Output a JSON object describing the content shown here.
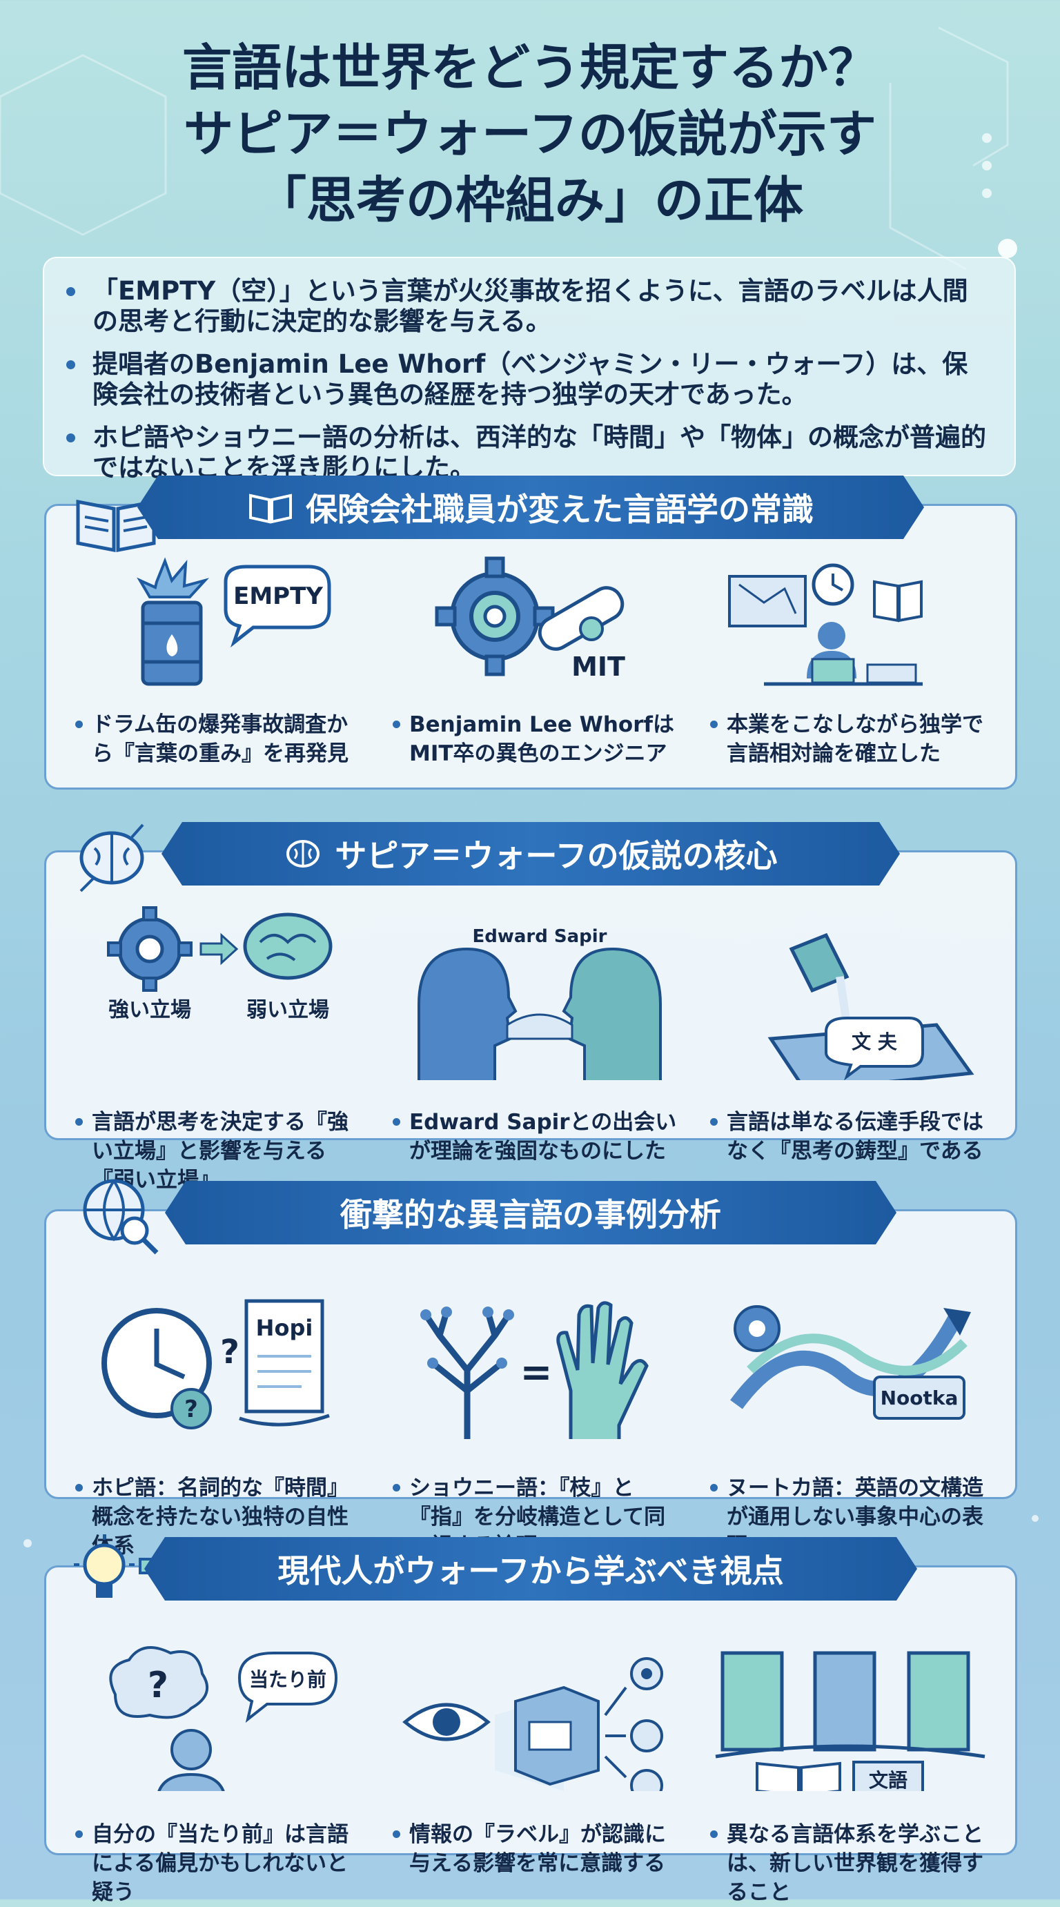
{
  "title": {
    "line1": "言語は世界をどう規定するか？",
    "line2": "サピア＝ウォーフの仮説が示す",
    "line3": "「思考の枠組み」の正体"
  },
  "intro": [
    "「EMPTY（空）」という言葉が火災事故を招くように、言語のラベルは人間の思考と行動に決定的な影響を与える。",
    "提唱者のBenjamin Lee Whorf（ベンジャミン・リー・ウォーフ）は、保険会社の技術者という異色の経歴を持つ独学の天才であった。",
    "ホピ語やショウニー語の分析は、西洋的な「時間」や「物体」の概念が普遍的ではないことを浮き彫りにした。"
  ],
  "sections": [
    {
      "heading": "保険会社職員が変えた言語学の常識",
      "icon": "open-book-icon",
      "items": [
        {
          "caption": "ドラム缶の爆発事故調査から『言葉の重み』を再発見",
          "icon": "exploding-drum-icon",
          "label": "EMPTY"
        },
        {
          "caption": "Benjamin Lee WhorfはMIT卒の異色のエンジニア",
          "icon": "gear-diploma-icon",
          "label": "MIT"
        },
        {
          "caption": "本業をこなしながら独学で言語相対論を確立した",
          "icon": "self-study-desk-icon"
        }
      ]
    },
    {
      "heading": "サピア＝ウォーフの仮説の核心",
      "icon": "brain-icon",
      "items": [
        {
          "caption": "言語が思考を決定する『強い立場』と影響を与える『弱い立場』",
          "icon": "gear-to-brain-icon",
          "label_left": "強い立場",
          "label_right": "弱い立場"
        },
        {
          "caption": "Edward Sapirとの出会いが理論を強固なものにした",
          "icon": "two-heads-bridge-icon",
          "label": "Edward Sapir"
        },
        {
          "caption": "言語は単なる伝達手段ではなく『思考の鋳型』である",
          "icon": "pouring-mold-icon",
          "label": "文 夫"
        }
      ]
    },
    {
      "heading": "衝撃的な異言語の事例分析",
      "icon": "globe-magnifier-icon",
      "items": [
        {
          "caption": "ホピ語：名詞的な『時間』概念を持たない独特の自性体系",
          "icon": "clock-scroll-icon",
          "label": "Hopi"
        },
        {
          "caption": "ショウニー語：『枝』と『指』を分岐構造として同一視する論理",
          "icon": "branch-equals-hand-icon"
        },
        {
          "caption": "ヌートカ語：英語の文構造が通用しない事象中心の表現",
          "icon": "flow-arrows-icon",
          "label": "Nootka"
        }
      ]
    },
    {
      "heading": "現代人がウォーフから学ぶべき視点",
      "icon": "lightbulb-arrow-icon",
      "items": [
        {
          "caption": "自分の『当たり前』は言語による偏見かもしれないと疑う",
          "icon": "questioning-person-icon",
          "label": "当たり前"
        },
        {
          "caption": "情報の『ラベル』が認識に与える影響を常に意識する",
          "icon": "eye-labeled-box-icon"
        },
        {
          "caption": "異なる言語体系を学ぶことは、新しい世界観を獲得すること",
          "icon": "doors-books-icon",
          "label": "文語"
        }
      ]
    }
  ],
  "colors": {
    "primary": "#1d5aa0",
    "accent": "#4f86c6",
    "teal": "#6fb8be",
    "text": "#14294a"
  }
}
